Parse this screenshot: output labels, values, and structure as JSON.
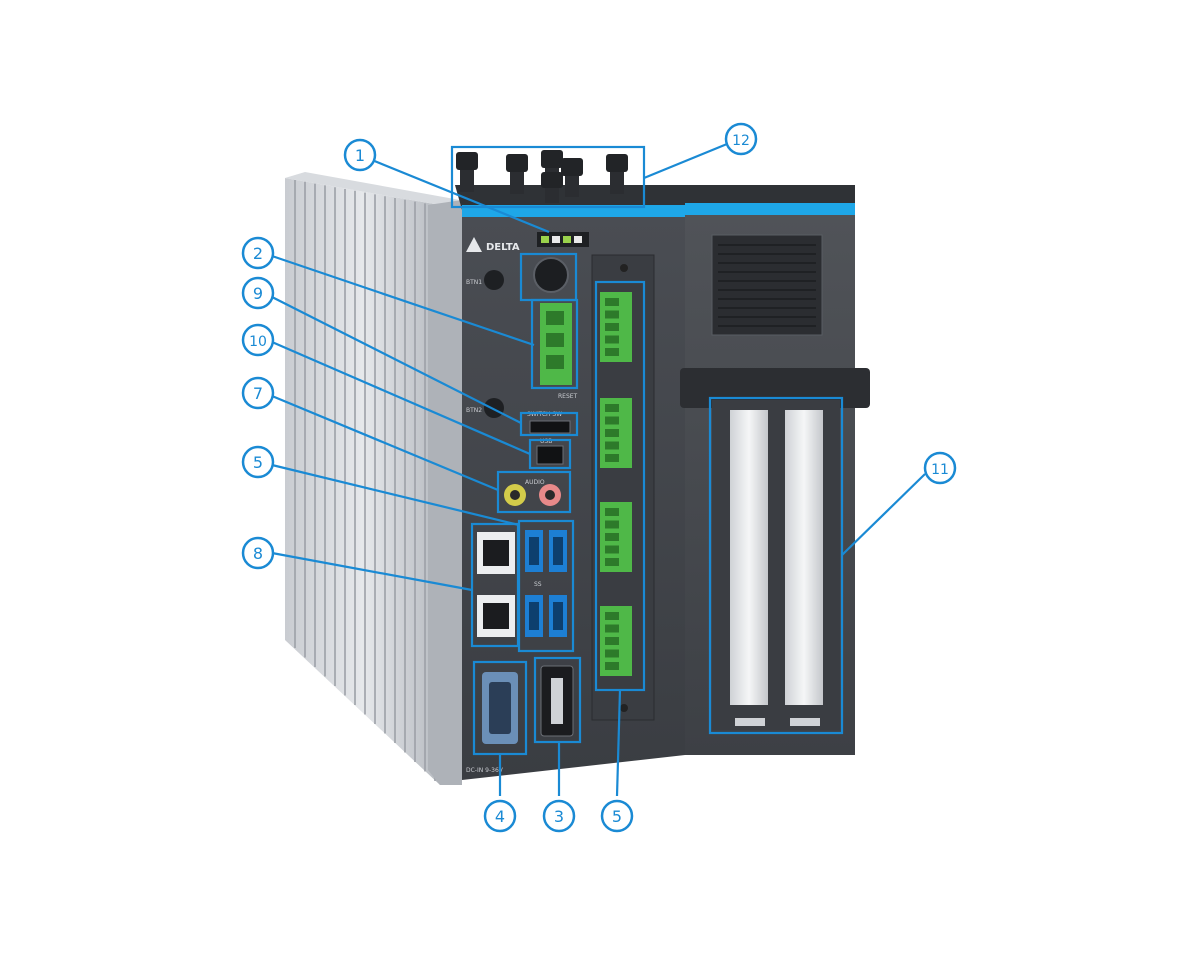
{
  "accent_color": "#1a8ad4",
  "stripe_color": "#1ea7e8",
  "device": {
    "brand_text": "DELTA",
    "small_labels": {
      "btn1": "BTN1",
      "btn2": "BTN2",
      "reset": "RESET",
      "switch_label": "SWITCH SW",
      "usb": "USB",
      "audio": "AUDIO",
      "usb3": "SS",
      "power_input": "DC-IN 9-36V"
    }
  },
  "callouts": [
    {
      "id": "c1",
      "number": "1"
    },
    {
      "id": "c2",
      "number": "2"
    },
    {
      "id": "c9",
      "number": "9"
    },
    {
      "id": "c10",
      "number": "10"
    },
    {
      "id": "c7",
      "number": "7"
    },
    {
      "id": "c5a",
      "number": "5"
    },
    {
      "id": "c8",
      "number": "8"
    },
    {
      "id": "c12",
      "number": "12"
    },
    {
      "id": "c11",
      "number": "11"
    },
    {
      "id": "c4",
      "number": "4"
    },
    {
      "id": "c3",
      "number": "3"
    },
    {
      "id": "c5b",
      "number": "5"
    }
  ]
}
